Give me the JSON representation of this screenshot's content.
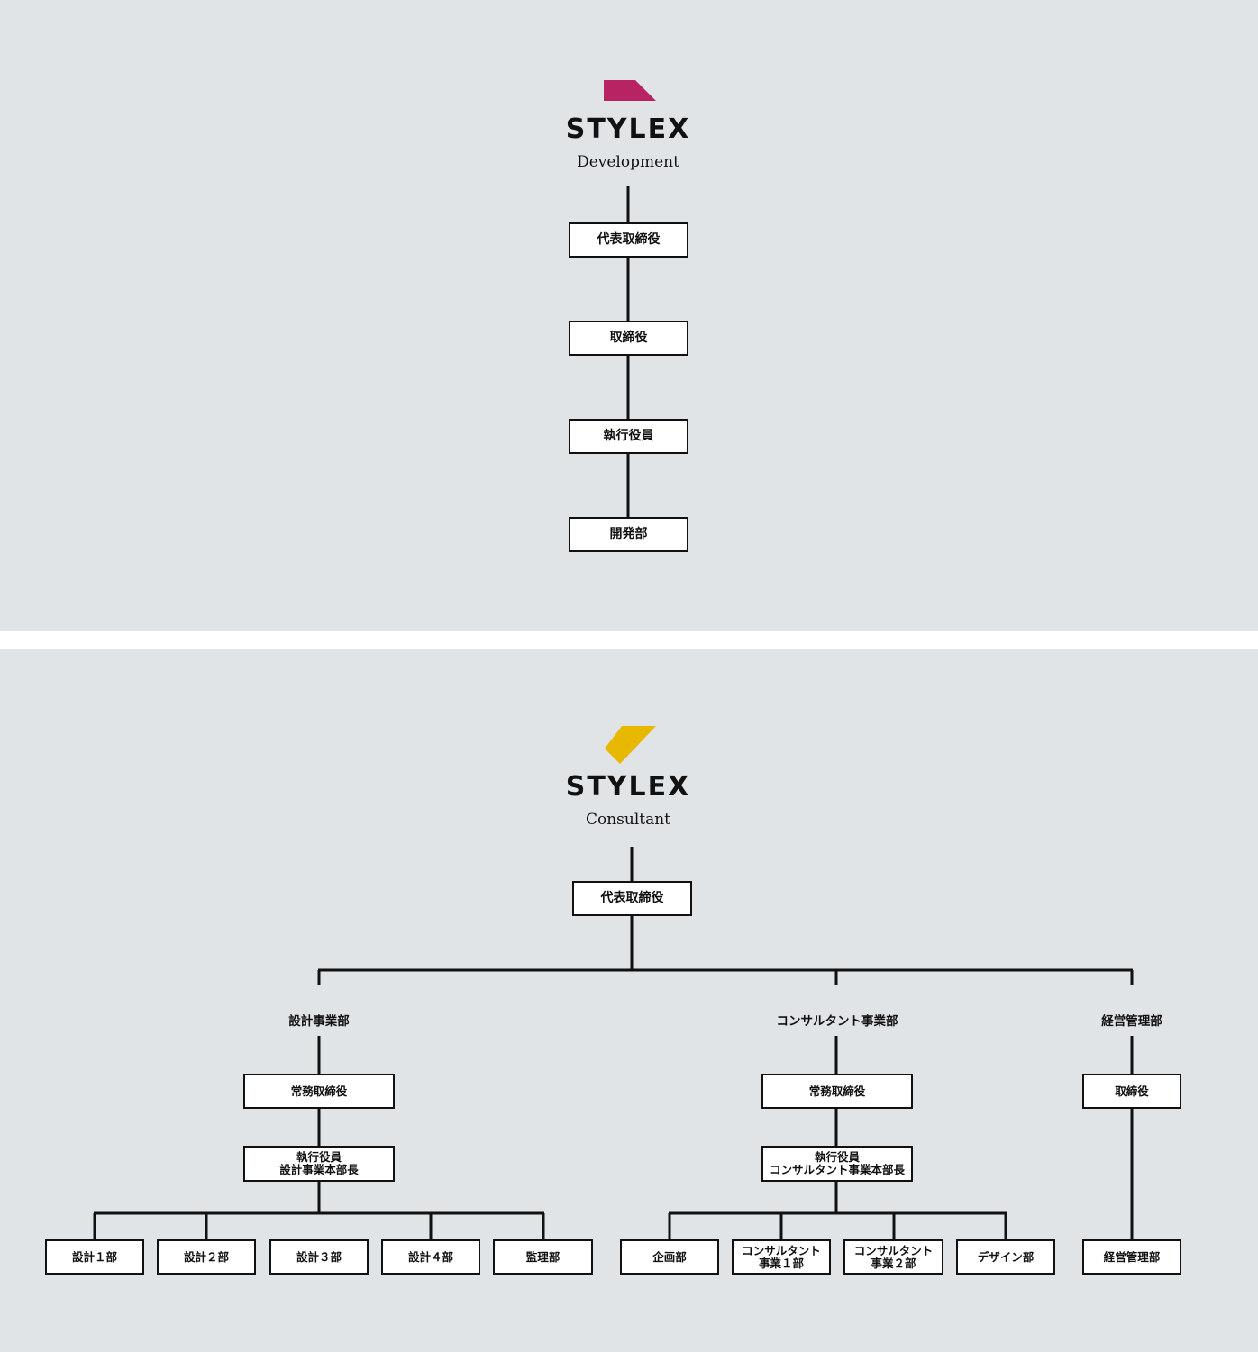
{
  "development": {
    "logo": {
      "brand": "STYLEX",
      "subtitle": "Development",
      "color": "#b82463"
    },
    "boxes": [
      "代表取締役",
      "取締役",
      "執行役員",
      "開発部"
    ]
  },
  "consultant": {
    "logo": {
      "brand": "STYLEX",
      "subtitle": "Consultant",
      "color": "#e8b800"
    },
    "ceo": "代表取締役",
    "divisions": [
      {
        "name": "設計事業部",
        "officer": "常務取締役",
        "exec": [
          "執行役員",
          "設計事業本部長"
        ],
        "departments": [
          "設計１部",
          "設計２部",
          "設計３部",
          "設計４部",
          "監理部"
        ]
      },
      {
        "name": "コンサルタント事業部",
        "officer": "常務取締役",
        "exec": [
          "執行役員",
          "コンサルタント事業本部長"
        ],
        "departments": [
          [
            "企画部"
          ],
          [
            "コンサルタント",
            "事業１部"
          ],
          [
            "コンサルタント",
            "事業２部"
          ],
          [
            "デザイン部"
          ]
        ]
      },
      {
        "name": "経営管理部",
        "officer": "取締役",
        "departments": [
          "経営管理部"
        ]
      }
    ]
  }
}
